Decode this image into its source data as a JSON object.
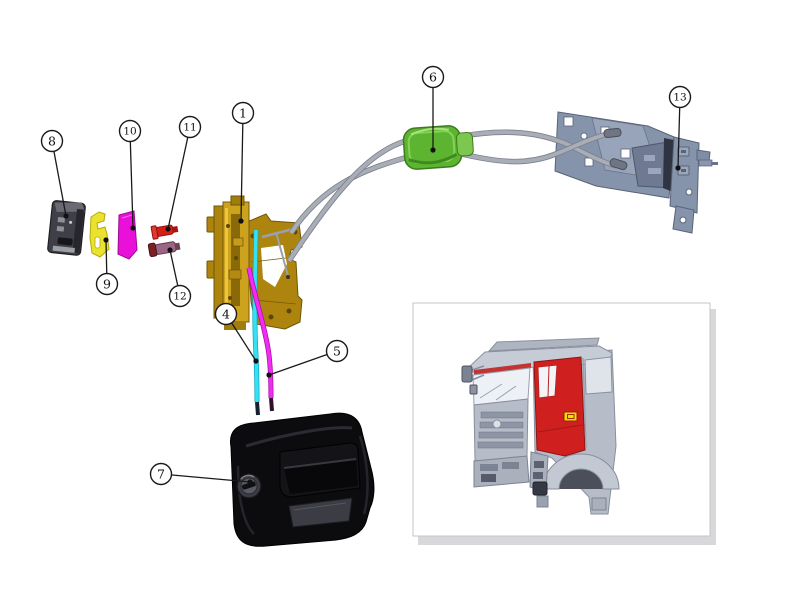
{
  "callouts": [
    {
      "num": "1"
    },
    {
      "num": "4"
    },
    {
      "num": "5"
    },
    {
      "num": "6"
    },
    {
      "num": "7"
    },
    {
      "num": "8"
    },
    {
      "num": "9"
    },
    {
      "num": "10"
    },
    {
      "num": "11"
    },
    {
      "num": "12"
    },
    {
      "num": "13"
    }
  ],
  "colors": {
    "latch_gold": "#ad850e",
    "latch_gold_light": "#cda21d",
    "cable_sheath_gray": "#a9adb6",
    "cable_cyan": "#35e2f2",
    "cable_magenta": "#f02cf0",
    "clip_green": "#5cb430",
    "bracket_gray_blue": "#8593ab",
    "plate_yellow": "#ebe22e",
    "plate_magenta": "#e911da",
    "pin_red": "#d62016",
    "pin_purple": "#9d6585",
    "actuator_gray": "#3f3f47",
    "handle_black": "#0c0c0f",
    "inset_door_red": "#cf1f1f",
    "inset_cab_silver": "#b7bdc8",
    "inset_marker_yellow": "#e8e400"
  }
}
